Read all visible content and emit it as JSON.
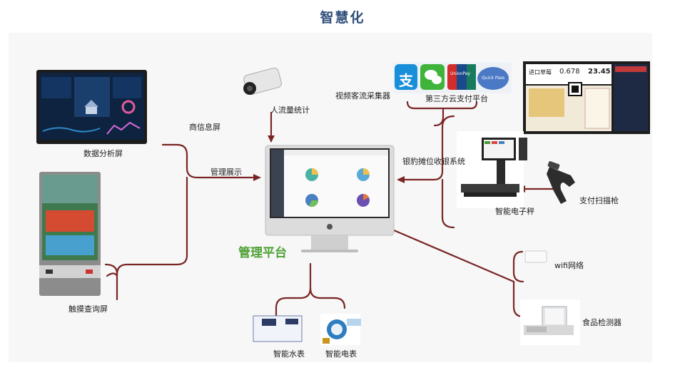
{
  "title": "智慧化",
  "hub": {
    "label": "管理平台"
  },
  "nodes": {
    "data_screen": "数据分析屏",
    "kiosk": "触摸查询屏",
    "camera": "人流量统计",
    "video": "视频客流采集器",
    "payment_platform": "第三方云支付平台",
    "payment_logos": [
      "支",
      "UnionPay",
      "Quick Pass"
    ],
    "cashier": "银豹摊位收银系统",
    "scale": "智能电子秤",
    "scanner": "支付扫描枪",
    "wifi": "wifi网络",
    "food": "食品检测器",
    "water": "智能水表",
    "electric": "智能电表",
    "merchant_screen": "商信息屏",
    "mgmt_display": "管理展示",
    "price_display": {
      "item": "进口草莓",
      "price1": "0.678",
      "price2": "23.45"
    }
  },
  "colors": {
    "connector": "#7a2525",
    "accent_green": "#4ea135",
    "title_blue": "#2f4f7a"
  }
}
